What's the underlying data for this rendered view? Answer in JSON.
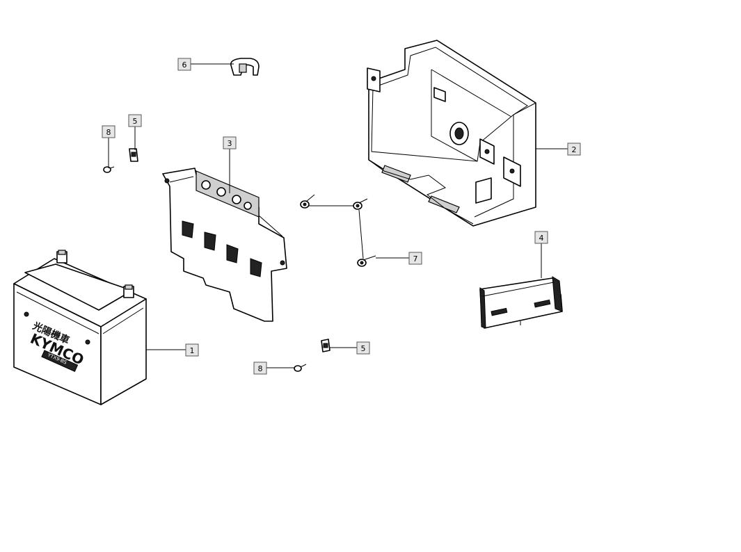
{
  "callouts": [
    {
      "id": "battery",
      "label": "1"
    },
    {
      "id": "battery-box",
      "label": "2"
    },
    {
      "id": "battery-plate",
      "label": "3"
    },
    {
      "id": "bracket",
      "label": "4"
    },
    {
      "id": "nut-upper",
      "label": "5"
    },
    {
      "id": "nut-lower",
      "label": "5"
    },
    {
      "id": "clip",
      "label": "6"
    },
    {
      "id": "bolts",
      "label": "7"
    },
    {
      "id": "screw-upper",
      "label": "8"
    },
    {
      "id": "screw-lower",
      "label": "8"
    }
  ],
  "battery_branding": {
    "logo": "KYMCO",
    "chinese_text": "光陽機車",
    "model": "YTX9-BS"
  }
}
